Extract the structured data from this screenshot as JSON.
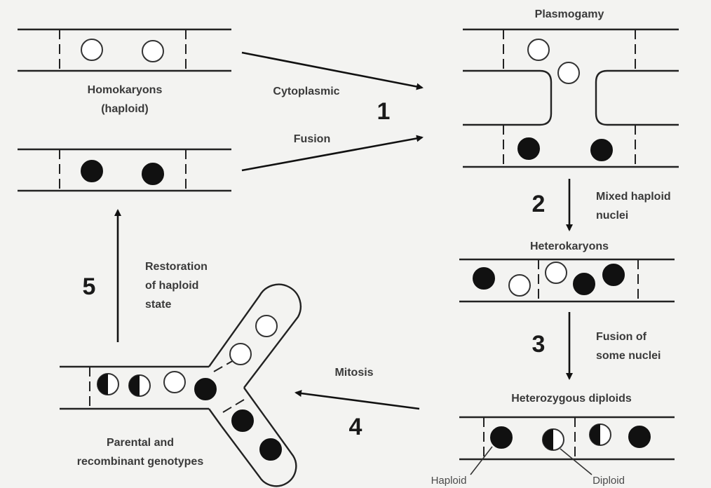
{
  "labels": {
    "plasmogamy": "Plasmogamy",
    "homokaryons_line1": "Homokaryons",
    "homokaryons_line2": "(haploid)",
    "cytoplasmic": "Cytoplasmic",
    "fusion": "Fusion",
    "mixed_line1": "Mixed haploid",
    "mixed_line2": "nuclei",
    "heterokaryons": "Heterokaryons",
    "fusion_of_line1": "Fusion of",
    "fusion_of_line2": "some nuclei",
    "heterozygous_diploids": "Heterozygous diploids",
    "mitosis": "Mitosis",
    "restoration_line1": "Restoration",
    "restoration_line2": "of haploid",
    "restoration_line3": "state",
    "parental_line1": "Parental and",
    "parental_line2": "recombinant genotypes",
    "haploid": "Haploid",
    "diploid": "Diploid"
  },
  "steps": {
    "s1": "1",
    "s2": "2",
    "s3": "3",
    "s4": "4",
    "s5": "5"
  },
  "colors": {
    "background": "#f3f3f1",
    "ink": "#111111",
    "label": "#3a3a3a"
  }
}
